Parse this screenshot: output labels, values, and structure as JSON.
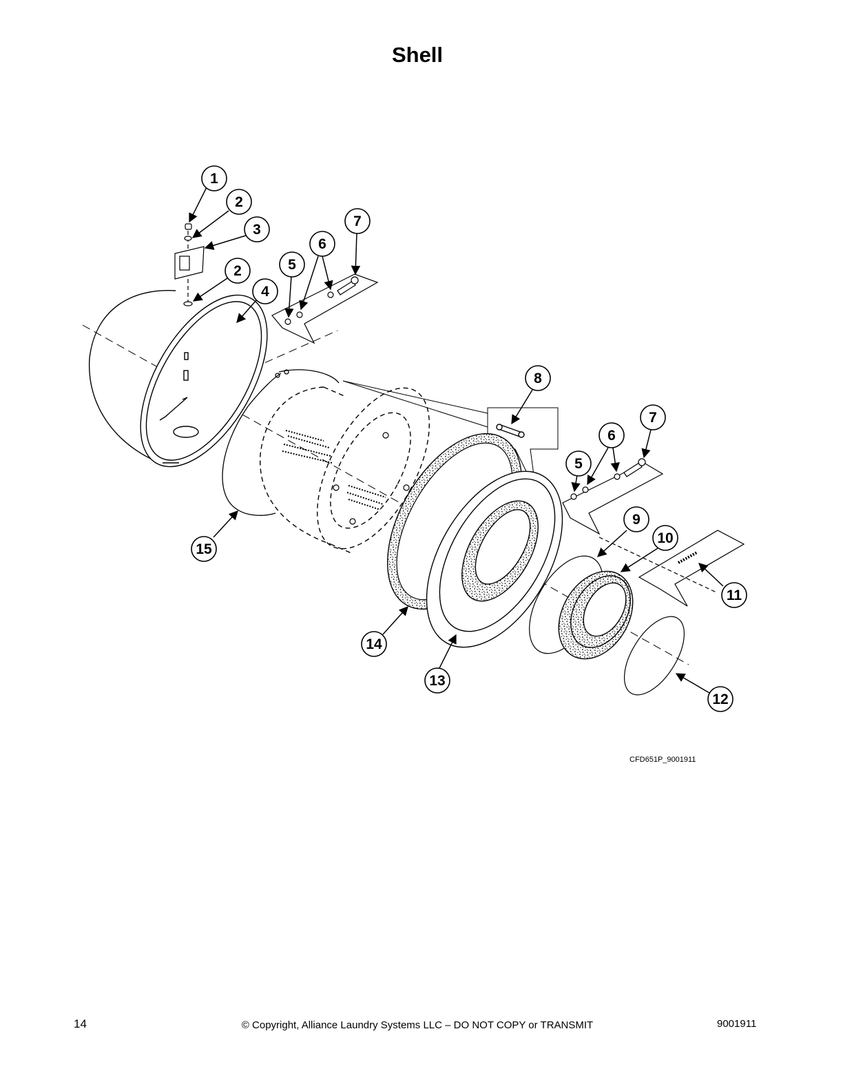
{
  "page": {
    "title": "Shell",
    "drawing_id": "CFD651P_9001911",
    "page_number": "14",
    "copyright": "© Copyright, Alliance Laundry Systems LLC – DO NOT COPY or TRANSMIT",
    "document_number": "9001911"
  },
  "diagram": {
    "callouts": [
      "1",
      "2",
      "3",
      "2",
      "4",
      "5",
      "6",
      "7",
      "8",
      "7",
      "6",
      "5",
      "9",
      "10",
      "11",
      "12",
      "13",
      "14",
      "15"
    ]
  }
}
